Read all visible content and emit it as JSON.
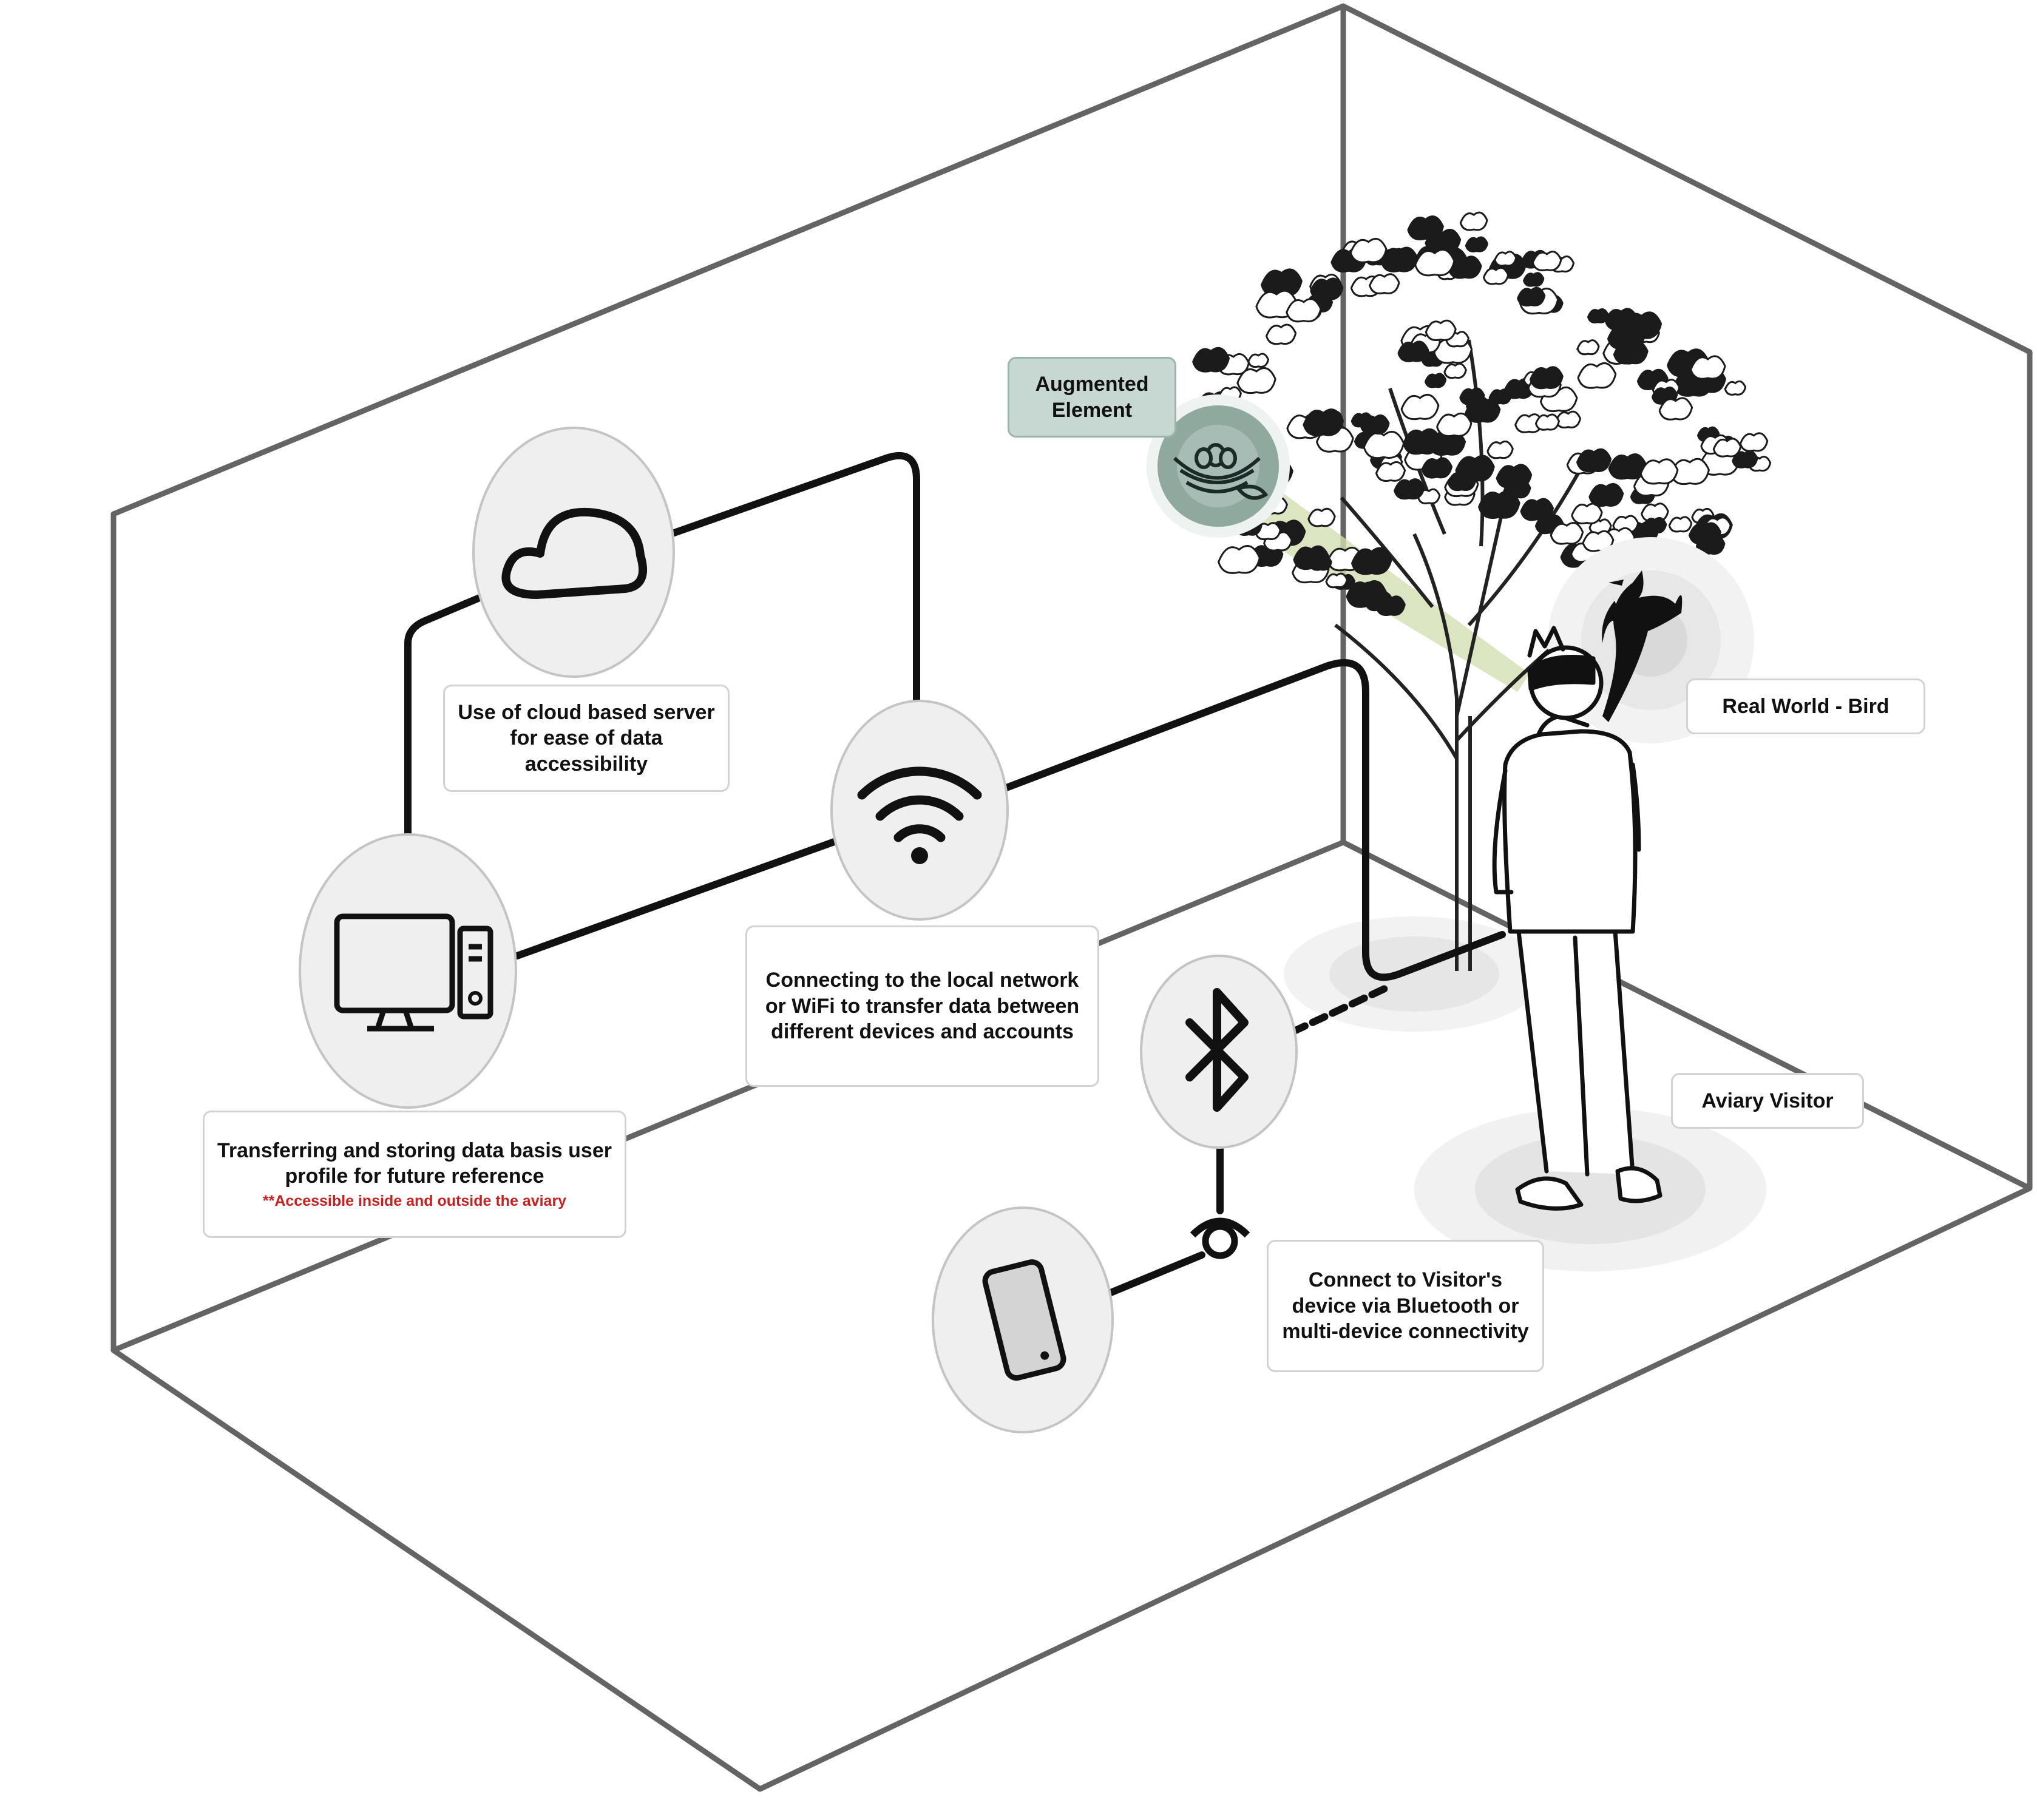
{
  "colors": {
    "room_edge": "#646464",
    "connector": "#111111",
    "node_fill": "#efefef",
    "node_stroke": "#c4c4c4",
    "augmented_label_fill": "#c7d8d2",
    "augmented_glow": "#8fa99f",
    "view_cone": "#d3dfb2",
    "note_text": "#cc1f1f"
  },
  "nodes": {
    "cloud": {
      "icon": "cloud-icon",
      "label": "Use of cloud based server for ease of data accessibility"
    },
    "wifi": {
      "icon": "wifi-icon",
      "label": "Connecting to the local network or WiFi to transfer data between different devices and accounts"
    },
    "computer": {
      "icon": "desktop-computer-icon",
      "label": "Transferring and storing data basis user profile for future reference",
      "note": "**Accessible inside and outside the aviary"
    },
    "bluetooth": {
      "icon": "bluetooth-icon",
      "label": "Connect to Visitor's device via Bluetooth or multi-device connectivity"
    },
    "phone": {
      "icon": "smartphone-icon"
    }
  },
  "scene": {
    "augmented": {
      "icon": "bird-nest-icon",
      "label": "Augmented Element"
    },
    "bird": {
      "icon": "bird-icon",
      "label": "Real World - Bird"
    },
    "visitor": {
      "icon": "visitor-with-headset-icon",
      "label": "Aviary Visitor"
    },
    "tree": {
      "icon": "tree-icon"
    }
  }
}
